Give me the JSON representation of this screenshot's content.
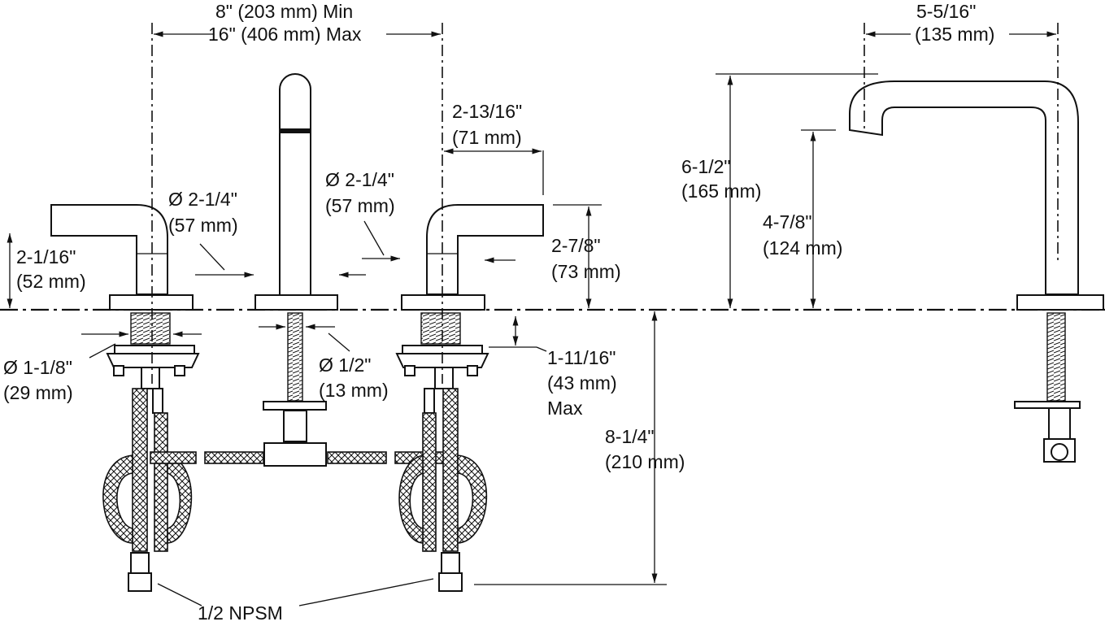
{
  "dimensions": {
    "spread_min": "8\" (203 mm) Min",
    "spread_max": "16\" (406 mm) Max",
    "reach_in": "5-5/16\"",
    "reach_mm": "(135 mm)",
    "handle_offset_in": "2-13/16\"",
    "handle_offset_mm": "(71 mm)",
    "escutcheon_spout_in": "Ø 2-1/4\"",
    "escutcheon_spout_mm": "(57 mm)",
    "escutcheon_left_in": "Ø 2-1/4\"",
    "escutcheon_left_mm": "(57 mm)",
    "handle_height_left_in": "2-1/16\"",
    "handle_height_left_mm": "(52 mm)",
    "handle_height_right_in": "2-7/8\"",
    "handle_height_right_mm": "(73 mm)",
    "spout_height_in": "6-1/2\"",
    "spout_height_mm": "(165 mm)",
    "outlet_height_in": "4-7/8\"",
    "outlet_height_mm": "(124 mm)",
    "valve_shank_in": "Ø 1-1/8\"",
    "valve_shank_mm": "(29 mm)",
    "spout_shank_in": "Ø 1/2\"",
    "spout_shank_mm": "(13 mm)",
    "deck_thickness_in": "1-11/16\"",
    "deck_thickness_mm": "(43 mm)",
    "deck_thickness_note": "Max",
    "below_deck_in": "8-1/4\"",
    "below_deck_mm": "(210 mm)",
    "connection": "1/2 NPSM"
  }
}
